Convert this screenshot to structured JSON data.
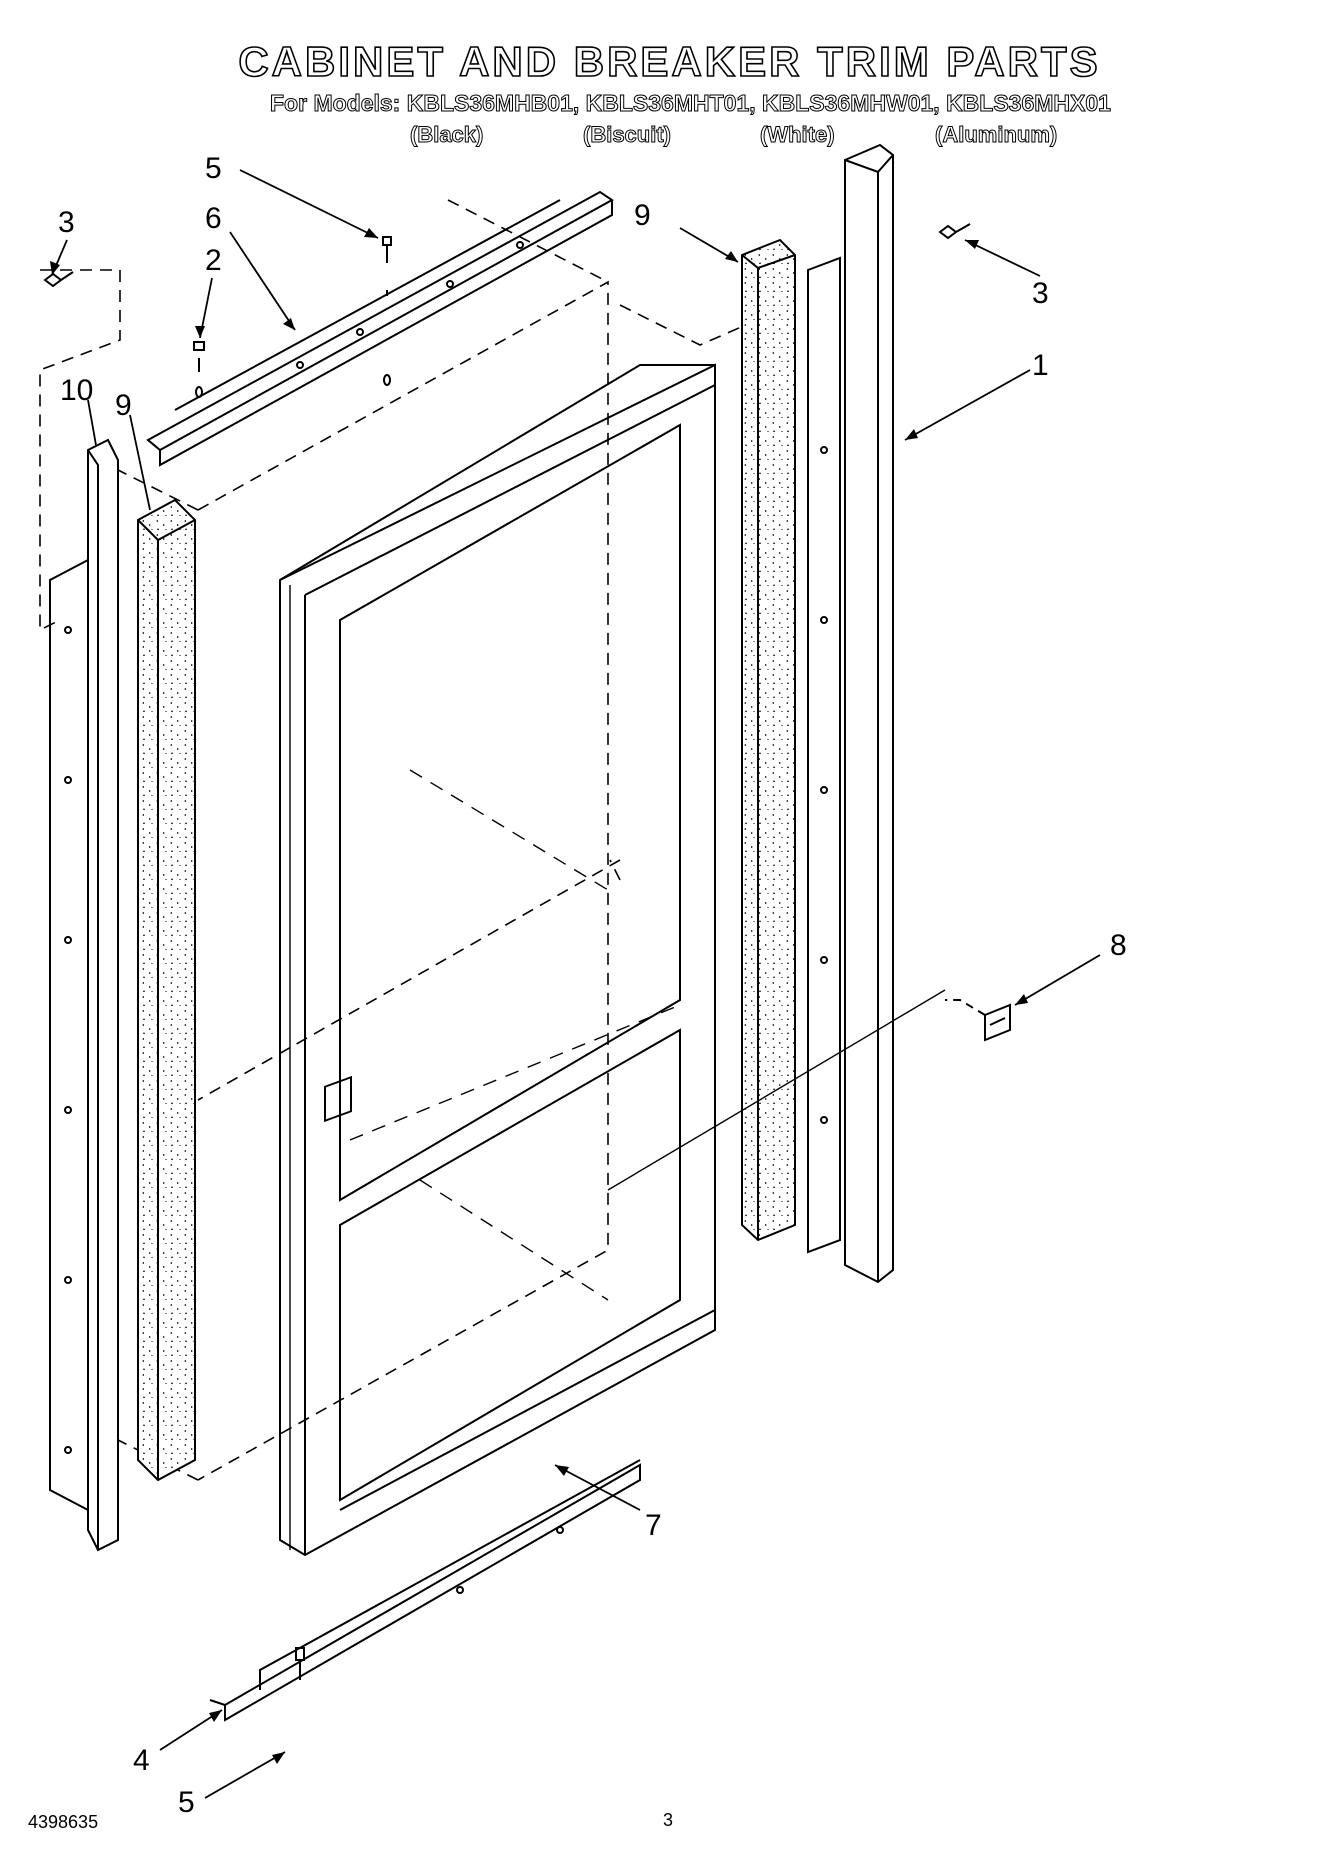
{
  "header": {
    "title": "CABINET AND BREAKER TRIM PARTS",
    "models_line": "For Models: KBLS36MHB01, KBLS36MHT01, KBLS36MHW01, KBLS36MHX01",
    "color_labels": [
      "(Black)",
      "(Biscuit)",
      "(White)",
      "(Aluminum)"
    ]
  },
  "callouts": {
    "c1": "1",
    "c2": "2",
    "c3a": "3",
    "c3b": "3",
    "c4": "4",
    "c5a": "5",
    "c5b": "5",
    "c6": "6",
    "c7": "7",
    "c8": "8",
    "c9a": "9",
    "c9b": "9",
    "c10": "10"
  },
  "footer": {
    "doc_number": "4398635",
    "page_number": "3"
  }
}
